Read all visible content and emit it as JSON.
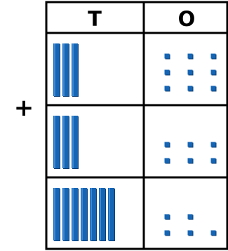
{
  "headers": {
    "tens": "T",
    "ones": "O"
  },
  "operator": "+",
  "rows": [
    {
      "tens": 3,
      "ones": 9
    },
    {
      "tens": 3,
      "ones": 6
    },
    {
      "tens": 7,
      "ones": 5
    }
  ],
  "colors": {
    "block": "#1565b4",
    "block_dark": "#0b3e75",
    "block_light": "#3c8ad6",
    "grid": "#000000"
  }
}
